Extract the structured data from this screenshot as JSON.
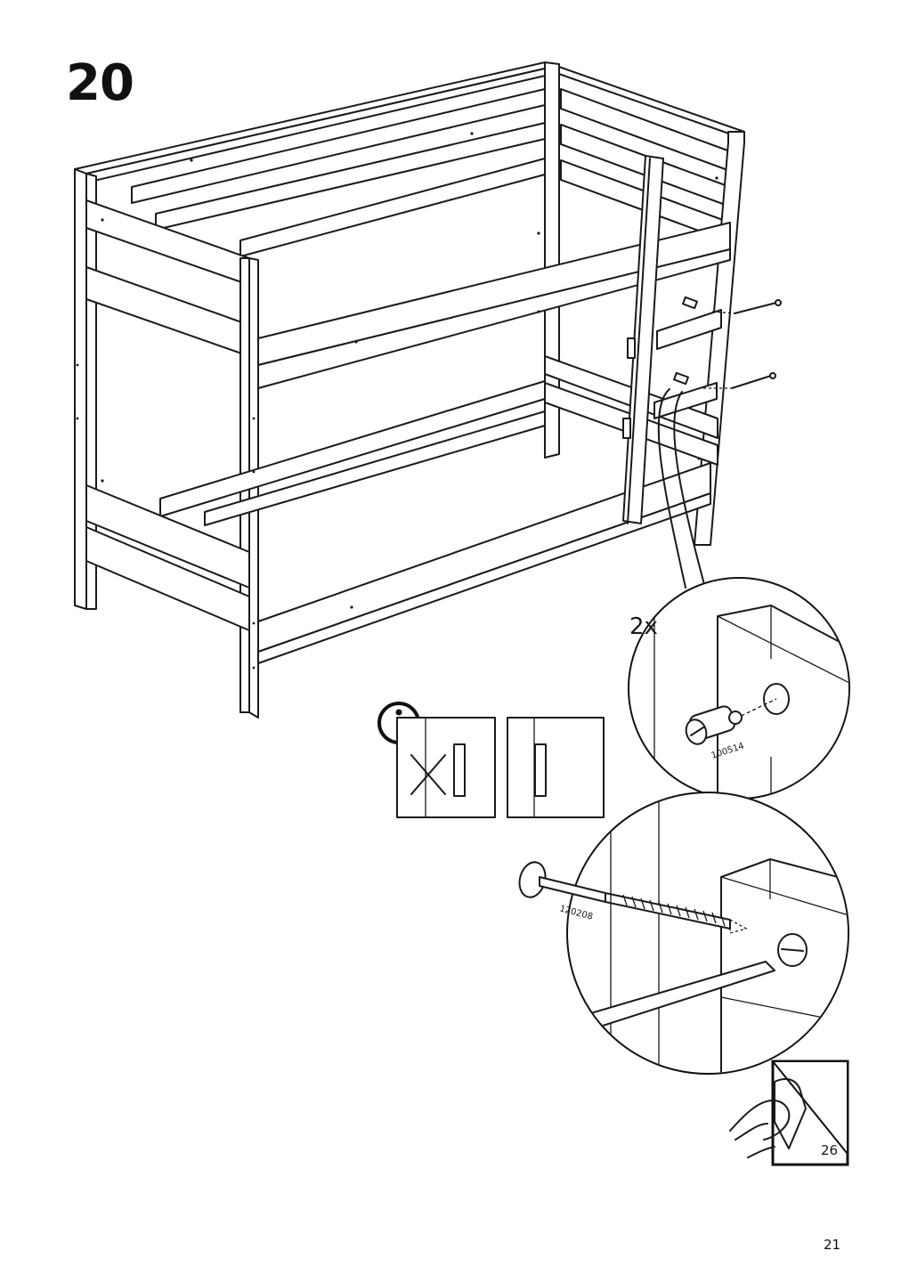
{
  "step": {
    "number": "20"
  },
  "detail_top": {
    "quantity": "2x",
    "part_label": "100514"
  },
  "detail_bottom": {
    "part_label": "120208"
  },
  "page_turn": {
    "page_ref": "26"
  },
  "page": {
    "number": "21"
  }
}
